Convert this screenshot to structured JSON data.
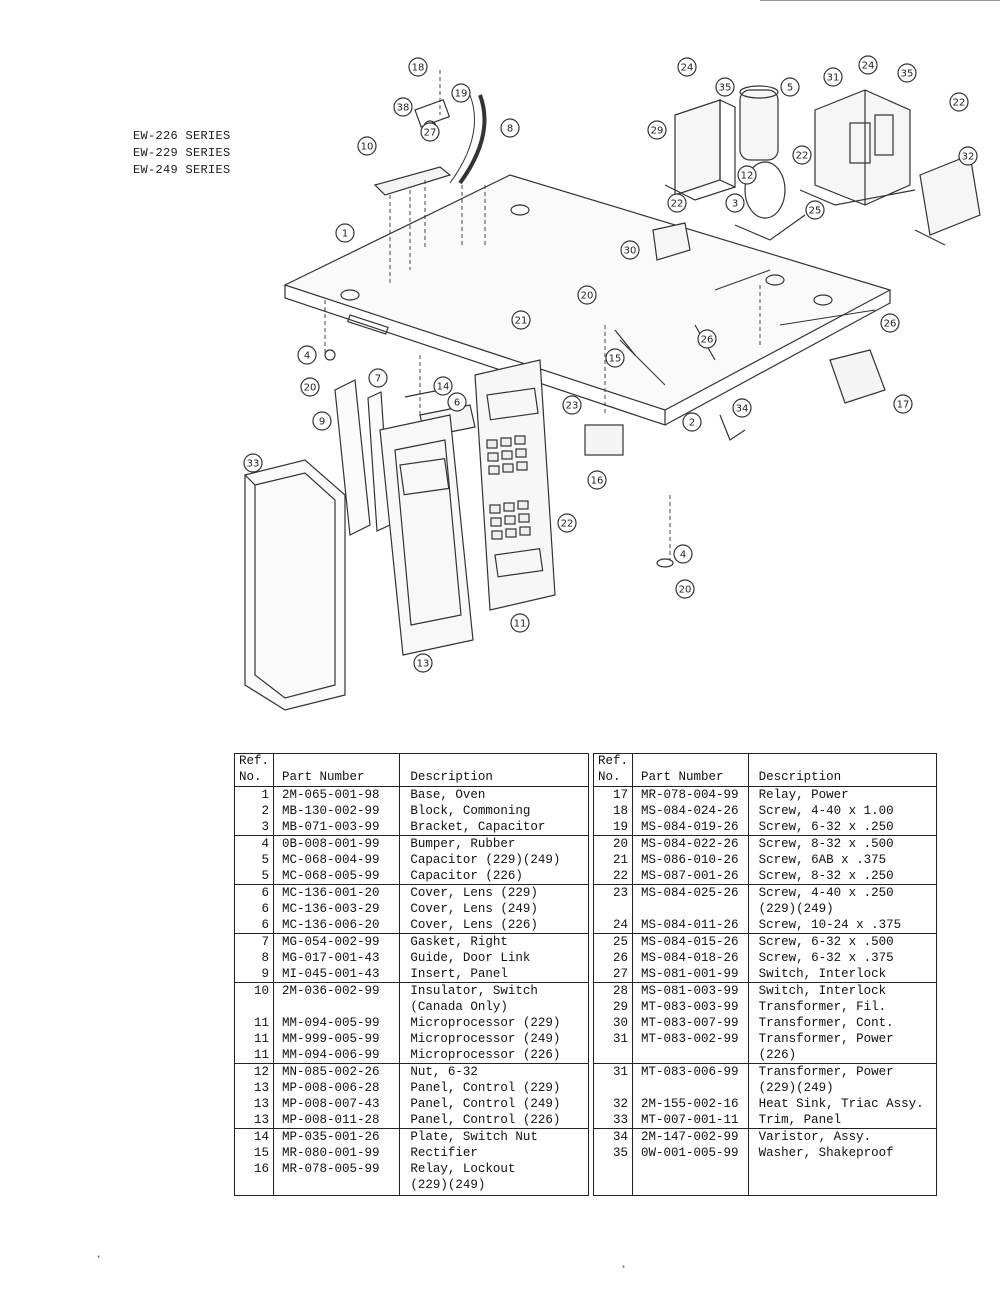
{
  "series": [
    "EW-226 SERIES",
    "EW-229 SERIES",
    "EW-249 SERIES"
  ],
  "callouts": [
    "18",
    "19",
    "38",
    "27",
    "10",
    "8",
    "1",
    "4",
    "20",
    "9",
    "7",
    "14",
    "6",
    "33",
    "13",
    "11",
    "2",
    "15",
    "21",
    "20",
    "23",
    "16",
    "22",
    "4",
    "20",
    "24",
    "35",
    "5",
    "31",
    "24",
    "35",
    "29",
    "22",
    "12",
    "3",
    "25",
    "22",
    "32",
    "22",
    "30",
    "26",
    "26",
    "17",
    "34"
  ],
  "table_headers": {
    "ref_line1": "Ref.",
    "ref_line2": "No.",
    "part_number": "Part Number",
    "description": "Description"
  },
  "left_table": [
    {
      "ref": "1",
      "part": "2M-065-001-98",
      "desc": "Base, Oven",
      "group": true
    },
    {
      "ref": "2",
      "part": "MB-130-002-99",
      "desc": "Block, Commoning",
      "group": false
    },
    {
      "ref": "3",
      "part": "MB-071-003-99",
      "desc": "Bracket, Capacitor",
      "group": false
    },
    {
      "ref": "4",
      "part": "0B-008-001-99",
      "desc": "Bumper, Rubber",
      "group": true
    },
    {
      "ref": "5",
      "part": "MC-068-004-99",
      "desc": "Capacitor (229)(249)",
      "group": false
    },
    {
      "ref": "5",
      "part": "MC-068-005-99",
      "desc": "Capacitor (226)",
      "group": false
    },
    {
      "ref": "6",
      "part": "MC-136-001-20",
      "desc": "Cover, Lens (229)",
      "group": true
    },
    {
      "ref": "6",
      "part": "MC-136-003-29",
      "desc": "Cover, Lens (249)",
      "group": false
    },
    {
      "ref": "6",
      "part": "MC-136-006-20",
      "desc": "Cover, Lens (226)",
      "group": false
    },
    {
      "ref": "7",
      "part": "MG-054-002-99",
      "desc": "Gasket, Right",
      "group": true
    },
    {
      "ref": "8",
      "part": "MG-017-001-43",
      "desc": "Guide, Door Link",
      "group": false
    },
    {
      "ref": "9",
      "part": "MI-045-001-43",
      "desc": "Insert, Panel",
      "group": false
    },
    {
      "ref": "10",
      "part": "2M-036-002-99",
      "desc": "Insulator, Switch",
      "group": true
    },
    {
      "ref": "",
      "part": "",
      "desc": "(Canada Only)",
      "group": false
    },
    {
      "ref": "11",
      "part": "MM-094-005-99",
      "desc": "Microprocessor (229)",
      "group": false
    },
    {
      "ref": "11",
      "part": "MM-999-005-99",
      "desc": "Microprocessor (249)",
      "group": false
    },
    {
      "ref": "11",
      "part": "MM-094-006-99",
      "desc": "Microprocessor (226)",
      "group": false
    },
    {
      "ref": "12",
      "part": "MN-085-002-26",
      "desc": "Nut, 6-32",
      "group": true
    },
    {
      "ref": "13",
      "part": "MP-008-006-28",
      "desc": "Panel, Control (229)",
      "group": false
    },
    {
      "ref": "13",
      "part": "MP-008-007-43",
      "desc": "Panel, Control (249)",
      "group": false
    },
    {
      "ref": "13",
      "part": "MP-008-011-28",
      "desc": "Panel, Control (226)",
      "group": false
    },
    {
      "ref": "14",
      "part": "MP-035-001-26",
      "desc": "Plate, Switch Nut",
      "group": true
    },
    {
      "ref": "15",
      "part": "MR-080-001-99",
      "desc": "Rectifier",
      "group": false
    },
    {
      "ref": "16",
      "part": "MR-078-005-99",
      "desc": "Relay, Lockout",
      "group": false
    },
    {
      "ref": "",
      "part": "",
      "desc": "(229)(249)",
      "group": false
    }
  ],
  "right_table": [
    {
      "ref": "17",
      "part": "MR-078-004-99",
      "desc": "Relay, Power",
      "group": true
    },
    {
      "ref": "18",
      "part": "MS-084-024-26",
      "desc": "Screw, 4-40 x 1.00",
      "group": false
    },
    {
      "ref": "19",
      "part": "MS-084-019-26",
      "desc": "Screw, 6-32 x .250",
      "group": false
    },
    {
      "ref": "20",
      "part": "MS-084-022-26",
      "desc": "Screw, 8-32 x .500",
      "group": true
    },
    {
      "ref": "21",
      "part": "MS-086-010-26",
      "desc": "Screw, 6AB x .375",
      "group": false
    },
    {
      "ref": "22",
      "part": "MS-087-001-26",
      "desc": "Screw, 8-32 x .250",
      "group": false
    },
    {
      "ref": "23",
      "part": "MS-084-025-26",
      "desc": "Screw, 4-40 x .250",
      "group": true
    },
    {
      "ref": "",
      "part": "",
      "desc": "(229)(249)",
      "group": false
    },
    {
      "ref": "24",
      "part": "MS-084-011-26",
      "desc": "Screw, 10-24 x .375",
      "group": false
    },
    {
      "ref": "25",
      "part": "MS-084-015-26",
      "desc": "Screw, 6-32 x .500",
      "group": true
    },
    {
      "ref": "26",
      "part": "MS-084-018-26",
      "desc": "Screw, 6-32 x .375",
      "group": false
    },
    {
      "ref": "27",
      "part": "MS-081-001-99",
      "desc": "Switch, Interlock",
      "group": false
    },
    {
      "ref": "28",
      "part": "MS-081-003-99",
      "desc": "Switch, Interlock",
      "group": true
    },
    {
      "ref": "29",
      "part": "MT-083-003-99",
      "desc": "Transformer, Fil.",
      "group": false
    },
    {
      "ref": "30",
      "part": "MT-083-007-99",
      "desc": "Transformer, Cont.",
      "group": false
    },
    {
      "ref": "31",
      "part": "MT-083-002-99",
      "desc": "Transformer, Power",
      "group": false
    },
    {
      "ref": "",
      "part": "",
      "desc": "(226)",
      "group": false
    },
    {
      "ref": "31",
      "part": "MT-083-006-99",
      "desc": "Transformer, Power",
      "group": true
    },
    {
      "ref": "",
      "part": "",
      "desc": "(229)(249)",
      "group": false
    },
    {
      "ref": "32",
      "part": "2M-155-002-16",
      "desc": "Heat Sink, Triac Assy.",
      "group": false
    },
    {
      "ref": "33",
      "part": "MT-007-001-11",
      "desc": "Trim, Panel",
      "group": false
    },
    {
      "ref": "34",
      "part": "2M-147-002-99",
      "desc": "Varistor, Assy.",
      "group": true
    },
    {
      "ref": "35",
      "part": "0W-001-005-99",
      "desc": "Washer, Shakeproof",
      "group": false
    }
  ]
}
